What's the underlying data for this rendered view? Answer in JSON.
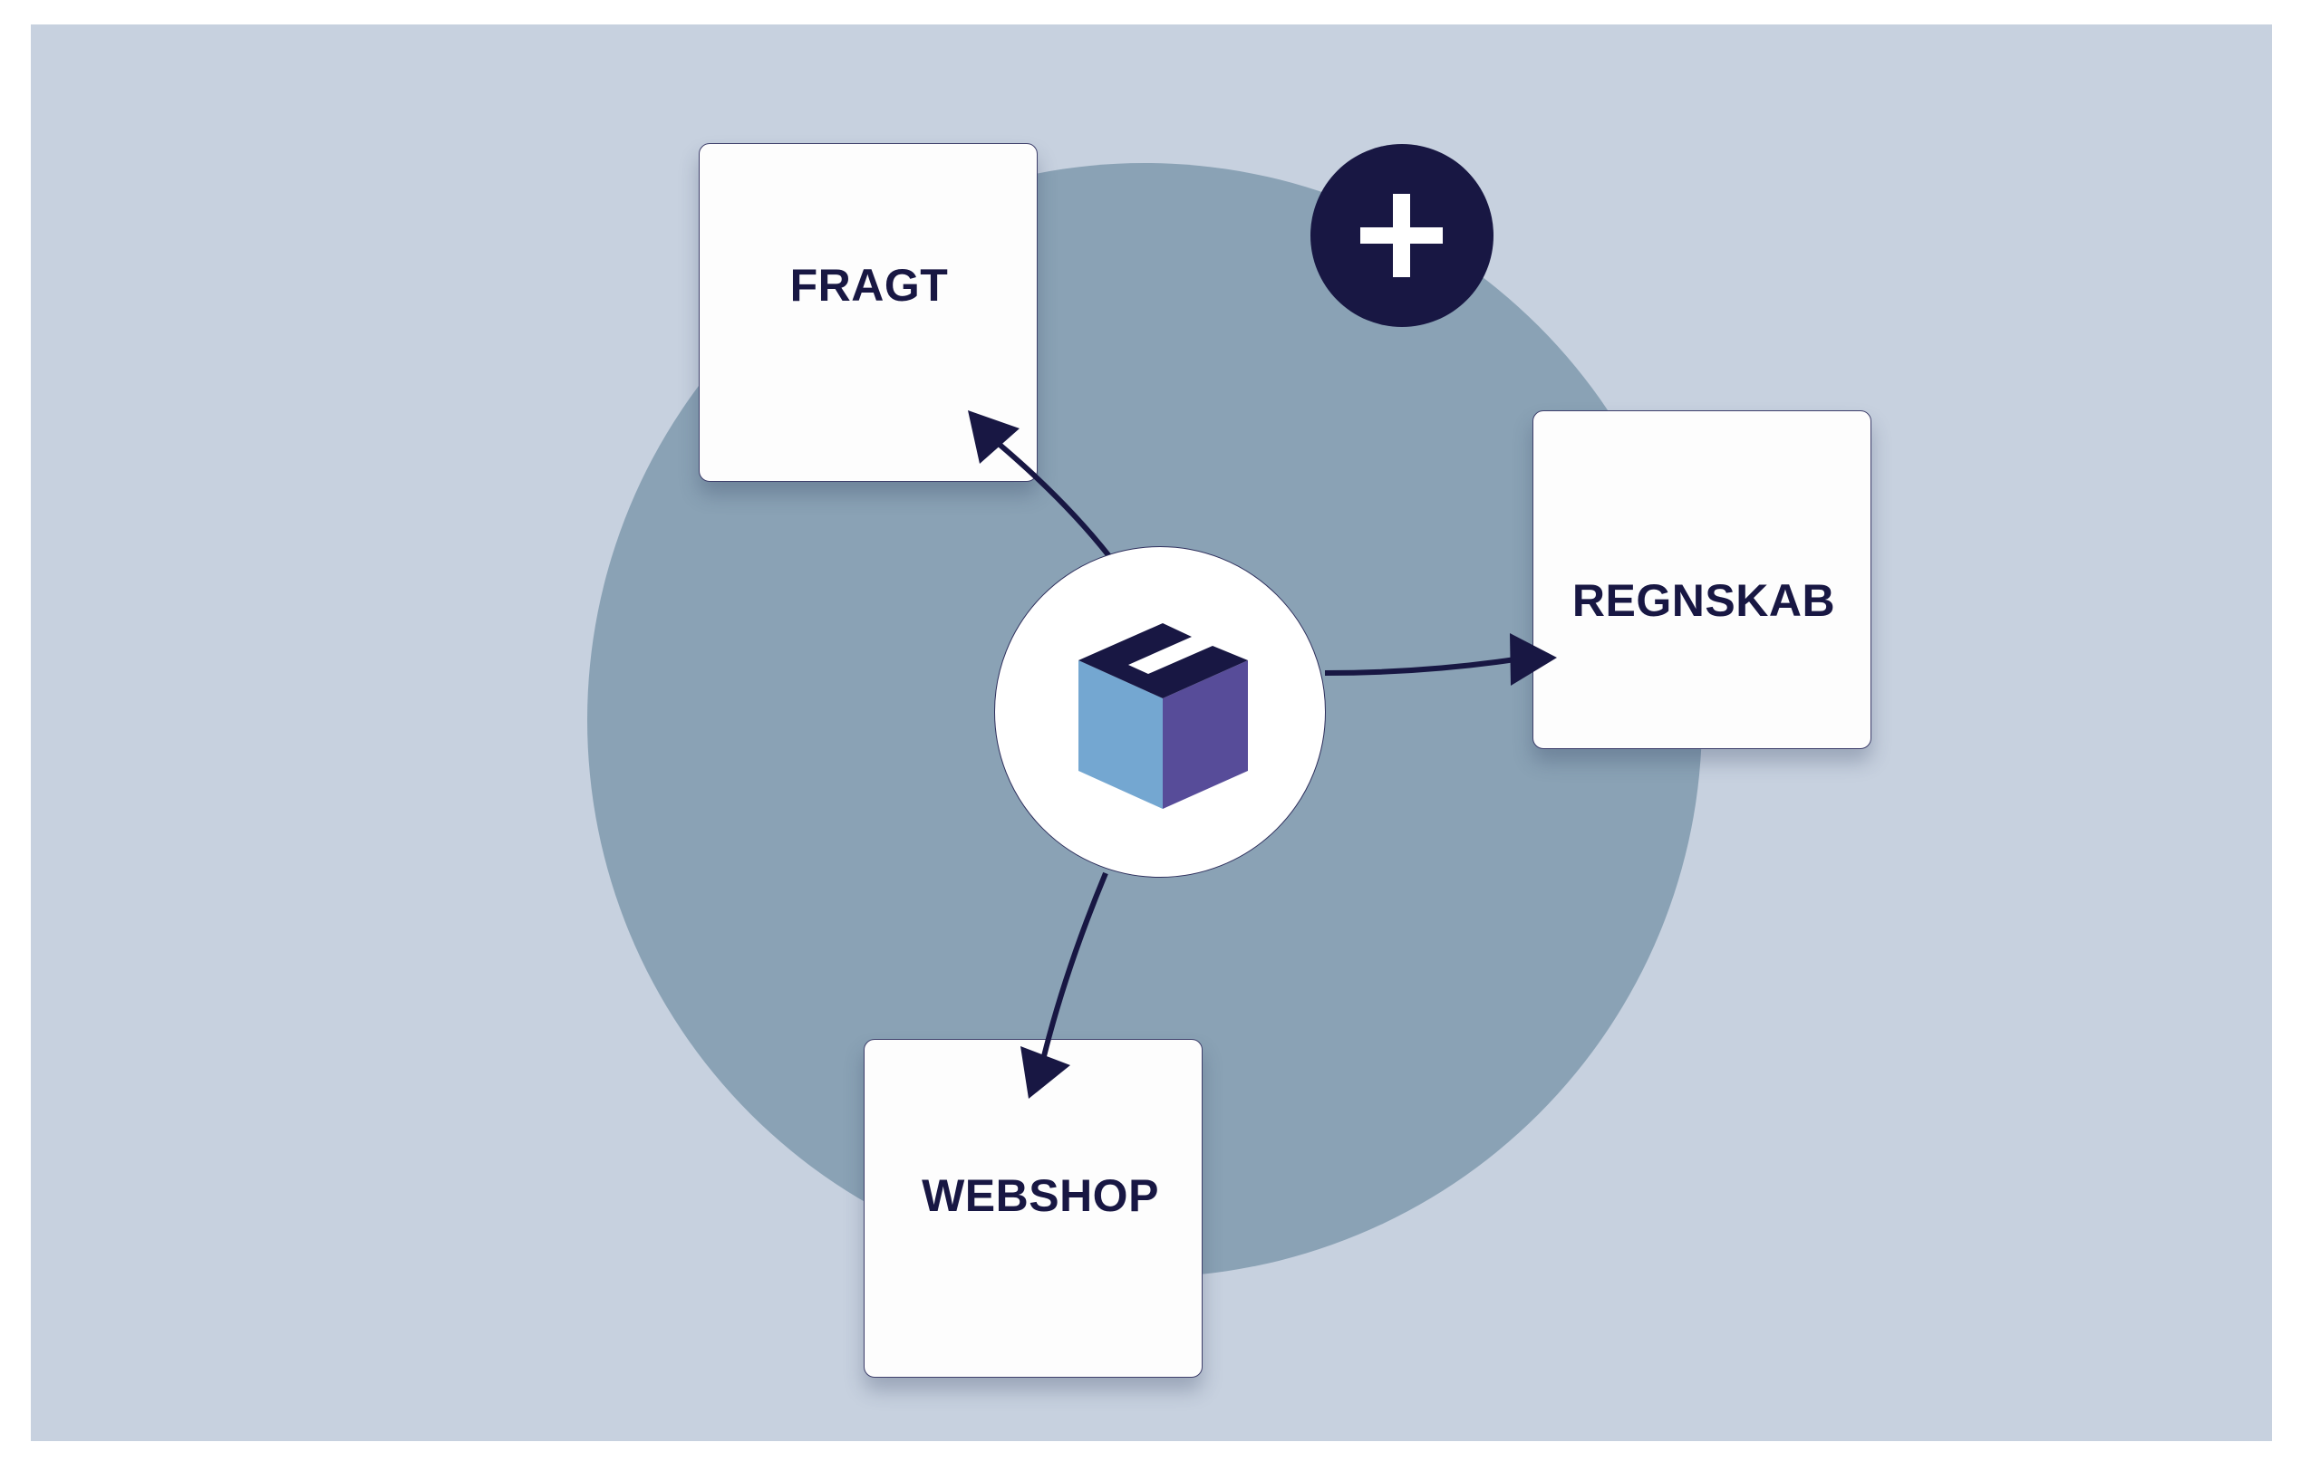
{
  "diagram": {
    "hub": {
      "icon": "package-box-icon",
      "colors": {
        "top": "#181743",
        "left": "#74A7D1",
        "right": "#574C99"
      }
    },
    "nodes": [
      {
        "id": "fragt",
        "label": "FRAGT"
      },
      {
        "id": "regnskab",
        "label": "REGNSKAB"
      },
      {
        "id": "webshop",
        "label": "WEBSHOP"
      }
    ],
    "connections": [
      {
        "from": "hub",
        "to": "fragt",
        "direction": "outgoing"
      },
      {
        "from": "hub",
        "to": "regnskab",
        "direction": "outgoing"
      },
      {
        "from": "hub",
        "to": "webshop",
        "direction": "outgoing"
      }
    ],
    "add_button": {
      "icon": "plus-icon"
    }
  },
  "colors": {
    "background": "#C7D1DF",
    "circle": "#8AA2B5",
    "accent": "#181743",
    "card": "#FDFDFD"
  }
}
